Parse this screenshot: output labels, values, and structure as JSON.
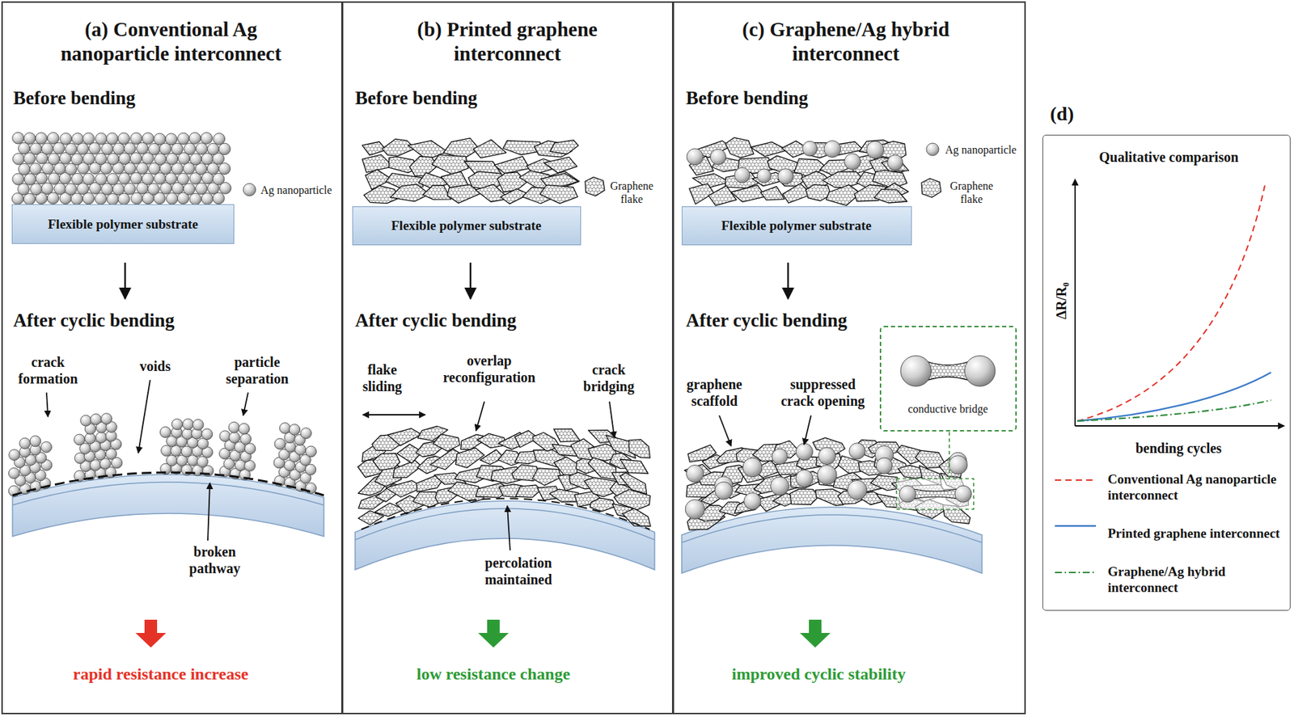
{
  "diagram": {
    "nodes": [
      {
        "text": [
          "(a) Conventional Ag nanoparticle interconnect",
          "Before bending",
          "After cyclic bending",
          "rapid resistance increase"
        ]
      },
      {
        "text": [
          "Flexible polymer substrate"
        ],
        "in": 0
      },
      {
        "text": [
          "(b) Printed graphene interconnect",
          "Before bending",
          "After cyclic bending",
          "low resistance change"
        ]
      },
      {
        "text": [
          "Flexible polymer substrate"
        ],
        "in": 2
      },
      {
        "text": [
          "(c) Graphene/Ag hybrid interconnect",
          "Before bending",
          "After cyclic bending",
          "improved cyclic stability"
        ]
      },
      {
        "text": [
          "Flexible polymer substrate"
        ],
        "in": 4
      },
      {
        "text": [
          "conductive bridge"
        ],
        "in": 4
      },
      {
        "text": [
          "(d)",
          "Qualitative comparison"
        ]
      }
    ],
    "labels": [
      "crack formation",
      "voids",
      "particle separation",
      "broken pathway",
      "flake sliding",
      "overlap reconfiguration",
      "crack bridging",
      "percolation maintained",
      "graphene scaffold",
      "suppressed crack opening",
      "ΔR/R₀",
      "bending cycles"
    ],
    "legend": [
      {
        "text": "Ag nanoparticle"
      },
      {
        "text": "Graphene flake"
      },
      {
        "text": "Ag nanoparticle"
      },
      {
        "text": "Graphene flake"
      },
      {
        "text": "Conventional Ag nanoparticle interconnect"
      },
      {
        "text": "Printed graphene interconnect"
      },
      {
        "text": "Graphene/Ag hybrid interconnect"
      }
    ]
  }
}
